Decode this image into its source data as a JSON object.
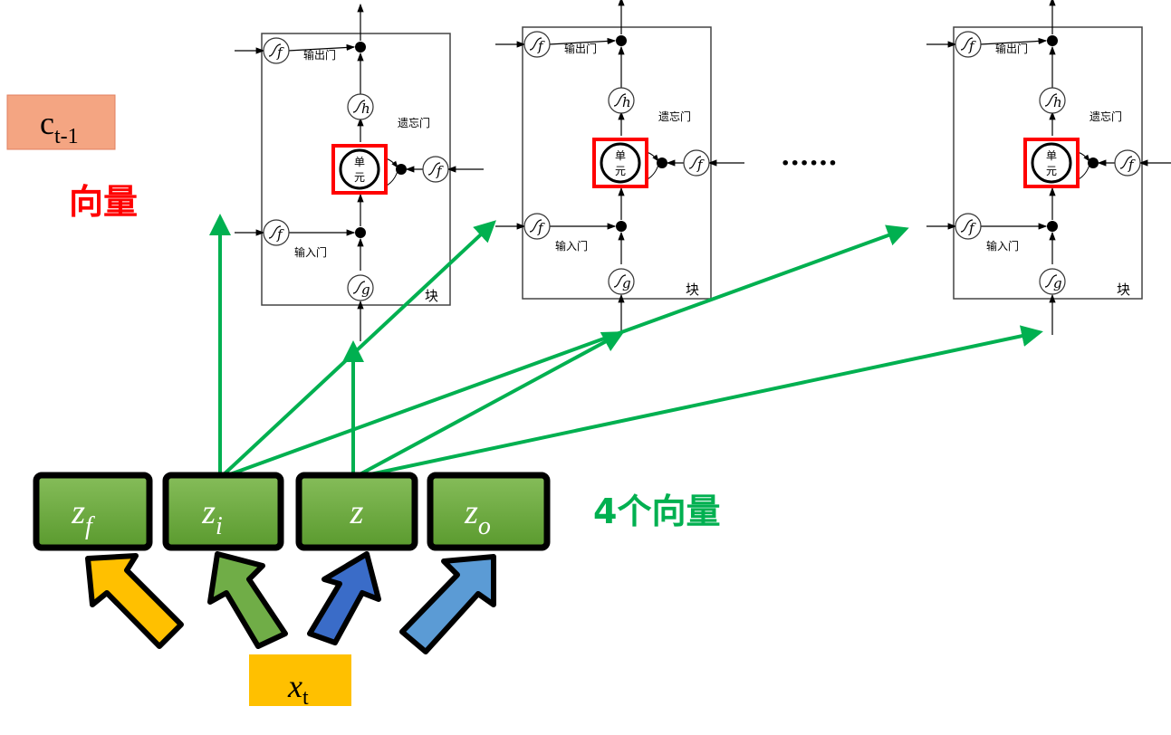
{
  "cell_prev": {
    "base": "c",
    "sub": "t-1"
  },
  "vector_label": "向量",
  "four_vectors_label": "4个向量",
  "ellipsis": "······",
  "block": {
    "output_gate": "输出门",
    "forget_gate": "遗忘门",
    "input_gate": "输入门",
    "cell_top": "单",
    "cell_bottom": "元",
    "block_label": "块",
    "f": "f",
    "h": "h",
    "g": "g"
  },
  "gates": [
    {
      "base": "z",
      "sub": "f"
    },
    {
      "base": "z",
      "sub": "i"
    },
    {
      "base": "z",
      "sub": ""
    },
    {
      "base": "z",
      "sub": "o"
    }
  ],
  "input": {
    "base": "x",
    "sub": "t"
  },
  "colors": {
    "green_box": "#6aaa3a",
    "arrow_green": "#00b050",
    "red": "#ff0000",
    "cell_box": "#f4a582",
    "xt_box": "#ffc000"
  }
}
